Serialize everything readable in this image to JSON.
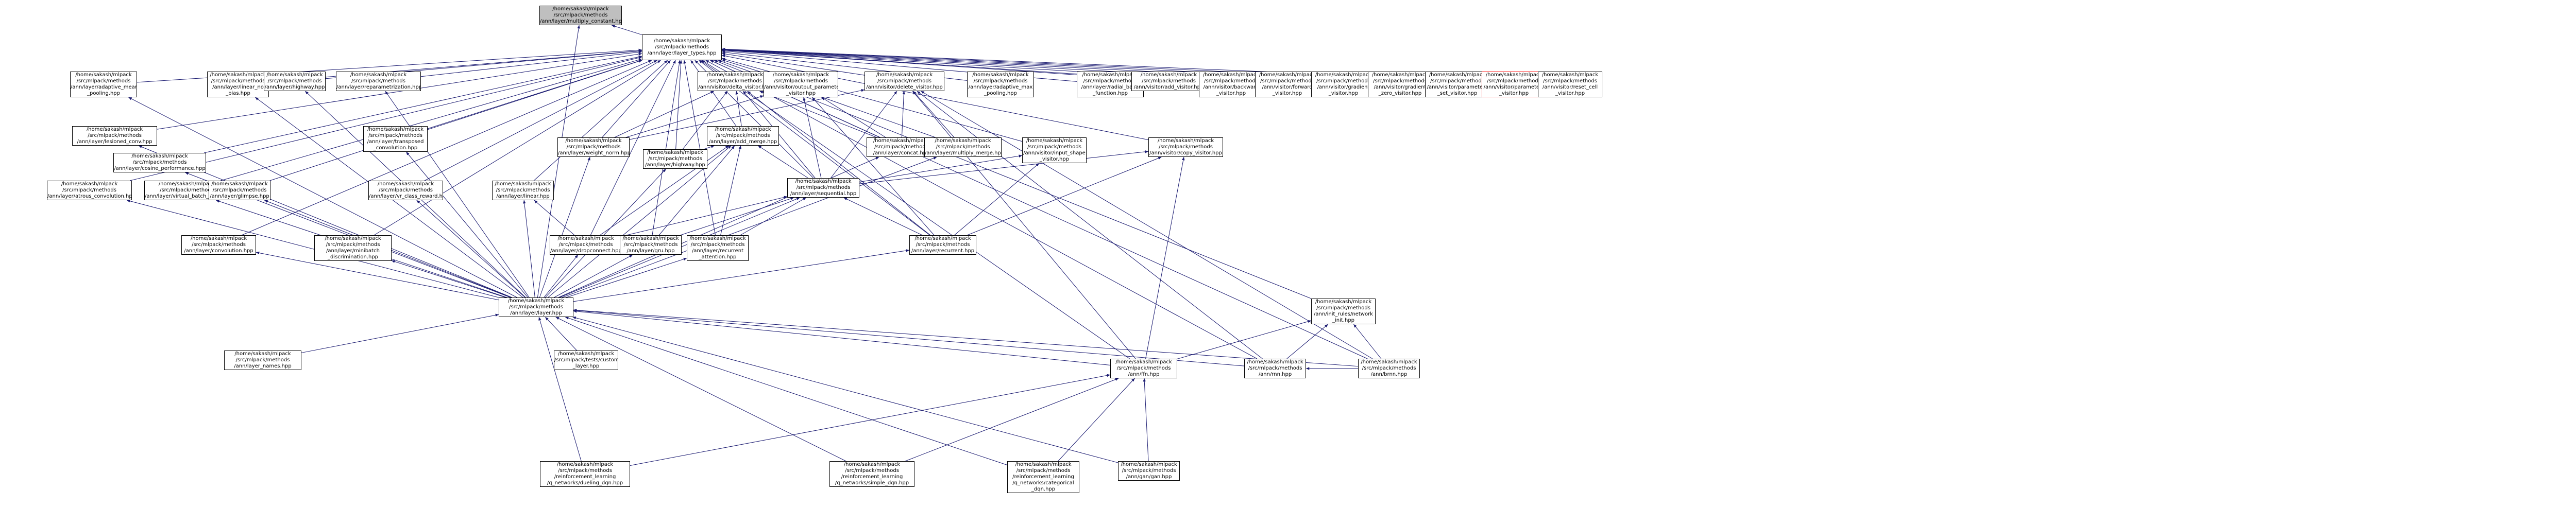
{
  "graph": {
    "edge_color": "#191970",
    "nodes": [
      {
        "id": "root",
        "lines": [
          "/home/sakash/mlpack",
          "/src/mlpack/methods",
          "/ann/layer/multiply_constant.hpp"
        ],
        "root": true
      },
      {
        "id": "layer_types",
        "lines": [
          "/home/sakash/mlpack",
          "/src/mlpack/methods",
          "/ann/layer/layer_types.hpp"
        ]
      },
      {
        "id": "adaptive_mean",
        "lines": [
          "/home/sakash/mlpack",
          "/src/mlpack/methods",
          "/ann/layer/adaptive_mean",
          "_pooling.hpp"
        ]
      },
      {
        "id": "linear_no_bias",
        "lines": [
          "/home/sakash/mlpack",
          "/src/mlpack/methods",
          "/ann/layer/linear_no",
          "_bias.hpp"
        ]
      },
      {
        "id": "highway_fwd",
        "lines": [
          "/home/sakash/mlpack",
          "/src/mlpack/methods",
          "/ann/layer/highway.hpp"
        ]
      },
      {
        "id": "reparam",
        "lines": [
          "/home/sakash/mlpack",
          "/src/mlpack/methods",
          "/ann/layer/reparametrization.hpp"
        ]
      },
      {
        "id": "delta_visitor",
        "lines": [
          "/home/sakash/mlpack",
          "/src/mlpack/methods",
          "/ann/visitor/delta_visitor.hpp"
        ]
      },
      {
        "id": "output_param",
        "lines": [
          "/home/sakash/mlpack",
          "/src/mlpack/methods",
          "/ann/visitor/output_parameter",
          "_visitor.hpp"
        ]
      },
      {
        "id": "delete_visitor",
        "lines": [
          "/home/sakash/mlpack",
          "/src/mlpack/methods",
          "/ann/visitor/delete_visitor.hpp"
        ]
      },
      {
        "id": "adaptive_max",
        "lines": [
          "/home/sakash/mlpack",
          "/src/mlpack/methods",
          "/ann/layer/adaptive_max",
          "_pooling.hpp"
        ]
      },
      {
        "id": "radial_basis",
        "lines": [
          "/home/sakash/mlpack",
          "/src/mlpack/methods",
          "/ann/layer/radial_basis",
          "_function.hpp"
        ]
      },
      {
        "id": "add_visitor",
        "lines": [
          "/home/sakash/mlpack",
          "/src/mlpack/methods",
          "/ann/visitor/add_visitor.hpp"
        ]
      },
      {
        "id": "backward_visitor",
        "lines": [
          "/home/sakash/mlpack",
          "/src/mlpack/methods",
          "/ann/visitor/backward",
          "_visitor.hpp"
        ]
      },
      {
        "id": "forward_visitor",
        "lines": [
          "/home/sakash/mlpack",
          "/src/mlpack/methods",
          "/ann/visitor/forward",
          "_visitor.hpp"
        ]
      },
      {
        "id": "gradient_visitor",
        "lines": [
          "/home/sakash/mlpack",
          "/src/mlpack/methods",
          "/ann/visitor/gradient",
          "_visitor.hpp"
        ]
      },
      {
        "id": "gradient_zero",
        "lines": [
          "/home/sakash/mlpack",
          "/src/mlpack/methods",
          "/ann/visitor/gradient",
          "_zero_visitor.hpp"
        ]
      },
      {
        "id": "parameters_set",
        "lines": [
          "/home/sakash/mlpack",
          "/src/mlpack/methods",
          "/ann/visitor/parameters",
          "_set_visitor.hpp"
        ]
      },
      {
        "id": "parameters_visitor",
        "lines": [
          "/home/sakash/mlpack",
          "/src/mlpack/methods",
          "/ann/visitor/parameters",
          "_visitor.hpp"
        ],
        "red": true
      },
      {
        "id": "reset_cell",
        "lines": [
          "/home/sakash/mlpack",
          "/src/mlpack/methods",
          "/ann/visitor/reset_cell",
          "_visitor.hpp"
        ]
      },
      {
        "id": "weight_norm",
        "lines": [
          "/home/sakash/mlpack",
          "/src/mlpack/methods",
          "/ann/layer/weight_norm.hpp"
        ]
      },
      {
        "id": "concat",
        "lines": [
          "/home/sakash/mlpack",
          "/src/mlpack/methods",
          "/ann/layer/concat.hpp"
        ]
      },
      {
        "id": "multiply_merge",
        "lines": [
          "/home/sakash/mlpack",
          "/src/mlpack/methods",
          "/ann/layer/multiply_merge.hpp"
        ]
      },
      {
        "id": "input_shape",
        "lines": [
          "/home/sakash/mlpack",
          "/src/mlpack/methods",
          "/ann/visitor/input_shape",
          "_visitor.hpp"
        ]
      },
      {
        "id": "copy_visitor",
        "lines": [
          "/home/sakash/mlpack",
          "/src/mlpack/methods",
          "/ann/visitor/copy_visitor.hpp"
        ]
      },
      {
        "id": "add_merge",
        "lines": [
          "/home/sakash/mlpack",
          "/src/mlpack/methods",
          "/ann/layer/add_merge.hpp"
        ]
      },
      {
        "id": "transposed_conv",
        "lines": [
          "/home/sakash/mlpack",
          "/src/mlpack/methods",
          "/ann/layer/transposed",
          "_convolution.hpp"
        ]
      },
      {
        "id": "highway",
        "lines": [
          "/home/sakash/mlpack",
          "/src/mlpack/methods",
          "/ann/layer/highway.hpp"
        ]
      },
      {
        "id": "sequential",
        "lines": [
          "/home/sakash/mlpack",
          "/src/mlpack/methods",
          "/ann/layer/sequential.hpp"
        ]
      },
      {
        "id": "vr_class_reward",
        "lines": [
          "/home/sakash/mlpack",
          "/src/mlpack/methods",
          "/ann/layer/vr_class_reward.hpp"
        ]
      },
      {
        "id": "linear",
        "lines": [
          "/home/sakash/mlpack",
          "/src/mlpack/methods",
          "/ann/layer/linear.hpp"
        ]
      },
      {
        "id": "atrous_conv",
        "lines": [
          "/home/sakash/mlpack",
          "/src/mlpack/methods",
          "/ann/layer/atrous_convolution.hpp"
        ]
      },
      {
        "id": "virtual_batch",
        "lines": [
          "/home/sakash/mlpack",
          "/src/mlpack/methods",
          "/ann/layer/virtual_batch_norm.hpp"
        ]
      },
      {
        "id": "glimpse",
        "lines": [
          "/home/sakash/mlpack",
          "/src/mlpack/methods",
          "/ann/layer/glimpse.hpp"
        ]
      },
      {
        "id": "convolution",
        "lines": [
          "/home/sakash/mlpack",
          "/src/mlpack/methods",
          "/ann/layer/convolution.hpp"
        ]
      },
      {
        "id": "minibatch",
        "lines": [
          "/home/sakash/mlpack",
          "/src/mlpack/methods",
          "/ann/layer/minibatch",
          "_discrimination.hpp"
        ]
      },
      {
        "id": "dropconnect",
        "lines": [
          "/home/sakash/mlpack",
          "/src/mlpack/methods",
          "/ann/layer/dropconnect.hpp"
        ]
      },
      {
        "id": "lstm",
        "lines": [
          "/home/sakash/mlpack",
          "/src/mlpack/methods",
          "/ann/layer/gru.hpp"
        ]
      },
      {
        "id": "recurrent_attention",
        "lines": [
          "/home/sakash/mlpack",
          "/src/mlpack/methods",
          "/ann/layer/recurrent",
          "_attention.hpp"
        ]
      },
      {
        "id": "recurrent",
        "lines": [
          "/home/sakash/mlpack",
          "/src/mlpack/methods",
          "/ann/layer/recurrent.hpp"
        ]
      },
      {
        "id": "layer",
        "lines": [
          "/home/sakash/mlpack",
          "/src/mlpack/methods",
          "/ann/layer/layer.hpp"
        ]
      },
      {
        "id": "layer_names",
        "lines": [
          "/home/sakash/mlpack",
          "/src/mlpack/methods",
          "/ann/layer_names.hpp"
        ]
      },
      {
        "id": "custom_layer",
        "lines": [
          "/home/sakash/mlpack",
          "/src/mlpack/tests/custom",
          "_layer.hpp"
        ]
      },
      {
        "id": "dueling_dqn",
        "lines": [
          "/home/sakash/mlpack",
          "/src/mlpack/methods",
          "/reinforcement_learning",
          "/q_networks/dueling_dqn.hpp"
        ]
      },
      {
        "id": "simple_dqn",
        "lines": [
          "/home/sakash/mlpack",
          "/src/mlpack/methods",
          "/reinforcement_learning",
          "/q_networks/simple_dqn.hpp"
        ]
      },
      {
        "id": "categorical_dqn",
        "lines": [
          "/home/sakash/mlpack",
          "/src/mlpack/methods",
          "/reinforcement_learning",
          "/q_networks/categorical",
          "_dqn.hpp"
        ]
      },
      {
        "id": "ffn",
        "lines": [
          "/home/sakash/mlpack",
          "/src/mlpack/methods",
          "/ann/ffn.hpp"
        ]
      },
      {
        "id": "gan",
        "lines": [
          "/home/sakash/mlpack",
          "/src/mlpack/methods",
          "/ann/gan/gan.hpp"
        ]
      },
      {
        "id": "init_rules",
        "lines": [
          "/home/sakash/mlpack",
          "/src/mlpack/methods",
          "/ann/init_rules/network",
          "_init.hpp"
        ]
      },
      {
        "id": "rnn",
        "lines": [
          "/home/sakash/mlpack",
          "/src/mlpack/methods",
          "/ann/rnn.hpp"
        ]
      },
      {
        "id": "brnn",
        "lines": [
          "/home/sakash/mlpack",
          "/src/mlpack/methods",
          "/ann/brnn.hpp"
        ]
      },
      {
        "id": "lesioned",
        "lines": [
          "/home/sakash/mlpack",
          "/src/mlpack/methods",
          "/ann/layer/lesioned_conv.hpp"
        ]
      },
      {
        "id": "cosine",
        "lines": [
          "/home/sakash/mlpack",
          "/src/mlpack/methods",
          "/ann/layer/cosine_performance.hpp"
        ]
      }
    ],
    "edges": [
      [
        "layer_types",
        "root"
      ],
      [
        "layer",
        "root"
      ],
      [
        "adaptive_mean",
        "layer_types"
      ],
      [
        "linear_no_bias",
        "layer_types"
      ],
      [
        "highway_fwd",
        "layer_types"
      ],
      [
        "reparam",
        "layer_types"
      ],
      [
        "delta_visitor",
        "layer_types"
      ],
      [
        "output_param",
        "layer_types"
      ],
      [
        "delete_visitor",
        "layer_types"
      ],
      [
        "adaptive_max",
        "layer_types"
      ],
      [
        "radial_basis",
        "layer_types"
      ],
      [
        "add_visitor",
        "layer_types"
      ],
      [
        "backward_visitor",
        "layer_types"
      ],
      [
        "forward_visitor",
        "layer_types"
      ],
      [
        "gradient_visitor",
        "layer_types"
      ],
      [
        "gradient_zero",
        "layer_types"
      ],
      [
        "parameters_set",
        "layer_types"
      ],
      [
        "parameters_visitor",
        "layer_types"
      ],
      [
        "reset_cell",
        "layer_types"
      ],
      [
        "weight_norm",
        "layer_types"
      ],
      [
        "concat",
        "layer_types"
      ],
      [
        "multiply_merge",
        "layer_types"
      ],
      [
        "input_shape",
        "layer_types"
      ],
      [
        "copy_visitor",
        "layer_types"
      ],
      [
        "add_merge",
        "layer_types"
      ],
      [
        "transposed_conv",
        "layer_types"
      ],
      [
        "highway",
        "layer_types"
      ],
      [
        "sequential",
        "layer_types"
      ],
      [
        "vr_class_reward",
        "layer_types"
      ],
      [
        "linear",
        "layer_types"
      ],
      [
        "atrous_conv",
        "layer_types"
      ],
      [
        "virtual_batch",
        "layer_types"
      ],
      [
        "glimpse",
        "layer_types"
      ],
      [
        "convolution",
        "layer_types"
      ],
      [
        "minibatch",
        "layer_types"
      ],
      [
        "dropconnect",
        "layer_types"
      ],
      [
        "lstm",
        "layer_types"
      ],
      [
        "recurrent_attention",
        "layer_types"
      ],
      [
        "recurrent",
        "layer_types"
      ],
      [
        "ffn",
        "layer_types"
      ],
      [
        "rnn",
        "layer_types"
      ],
      [
        "brnn",
        "layer_types"
      ],
      [
        "init_rules",
        "layer_types"
      ],
      [
        "lesioned",
        "layer_types"
      ],
      [
        "cosine",
        "layer_types"
      ],
      [
        "weight_norm",
        "delta_visitor"
      ],
      [
        "concat",
        "delta_visitor"
      ],
      [
        "highway",
        "delta_visitor"
      ],
      [
        "sequential",
        "delta_visitor"
      ],
      [
        "add_merge",
        "delta_visitor"
      ],
      [
        "recurrent",
        "delta_visitor"
      ],
      [
        "weight_norm",
        "output_param"
      ],
      [
        "concat",
        "output_param"
      ],
      [
        "sequential",
        "output_param"
      ],
      [
        "recurrent",
        "output_param"
      ],
      [
        "weight_norm",
        "delete_visitor"
      ],
      [
        "concat",
        "delete_visitor"
      ],
      [
        "multiply_merge",
        "delete_visitor"
      ],
      [
        "sequential",
        "delete_visitor"
      ],
      [
        "ffn",
        "delete_visitor"
      ],
      [
        "rnn",
        "delete_visitor"
      ],
      [
        "brnn",
        "delete_visitor"
      ],
      [
        "sequential",
        "input_shape"
      ],
      [
        "recurrent",
        "input_shape"
      ],
      [
        "sequential",
        "copy_visitor"
      ],
      [
        "recurrent",
        "copy_visitor"
      ],
      [
        "ffn",
        "copy_visitor"
      ],
      [
        "highway",
        "add_merge"
      ],
      [
        "sequential",
        "add_merge"
      ],
      [
        "dropconnect",
        "add_merge"
      ],
      [
        "lstm",
        "add_merge"
      ],
      [
        "recurrent_attention",
        "add_merge"
      ],
      [
        "dropconnect",
        "sequential"
      ],
      [
        "lstm",
        "sequential"
      ],
      [
        "recurrent_attention",
        "sequential"
      ],
      [
        "recurrent",
        "sequential"
      ],
      [
        "dropconnect",
        "linear"
      ],
      [
        "layer",
        "adaptive_mean"
      ],
      [
        "layer",
        "linear_no_bias"
      ],
      [
        "layer",
        "highway_fwd"
      ],
      [
        "layer",
        "reparam"
      ],
      [
        "layer",
        "transposed_conv"
      ],
      [
        "layer",
        "vr_class_reward"
      ],
      [
        "layer",
        "linear"
      ],
      [
        "layer",
        "atrous_conv"
      ],
      [
        "layer",
        "virtual_batch"
      ],
      [
        "layer",
        "glimpse"
      ],
      [
        "layer",
        "convolution"
      ],
      [
        "layer",
        "minibatch"
      ],
      [
        "layer",
        "dropconnect"
      ],
      [
        "layer",
        "lstm"
      ],
      [
        "layer",
        "recurrent_attention"
      ],
      [
        "layer",
        "recurrent"
      ],
      [
        "layer",
        "weight_norm"
      ],
      [
        "layer",
        "concat"
      ],
      [
        "layer",
        "multiply_merge"
      ],
      [
        "layer",
        "highway"
      ],
      [
        "layer",
        "sequential"
      ],
      [
        "layer",
        "add_merge"
      ],
      [
        "layer",
        "lesioned"
      ],
      [
        "layer",
        "cosine"
      ],
      [
        "layer_names",
        "layer"
      ],
      [
        "custom_layer",
        "layer"
      ],
      [
        "dueling_dqn",
        "layer"
      ],
      [
        "simple_dqn",
        "layer"
      ],
      [
        "categorical_dqn",
        "layer"
      ],
      [
        "ffn",
        "layer"
      ],
      [
        "rnn",
        "layer"
      ],
      [
        "brnn",
        "layer"
      ],
      [
        "gan",
        "layer"
      ],
      [
        "dueling_dqn",
        "ffn"
      ],
      [
        "simple_dqn",
        "ffn"
      ],
      [
        "categorical_dqn",
        "ffn"
      ],
      [
        "gan",
        "ffn"
      ],
      [
        "ffn",
        "init_rules"
      ],
      [
        "rnn",
        "init_rules"
      ],
      [
        "brnn",
        "init_rules"
      ],
      [
        "brnn",
        "rnn"
      ]
    ]
  }
}
